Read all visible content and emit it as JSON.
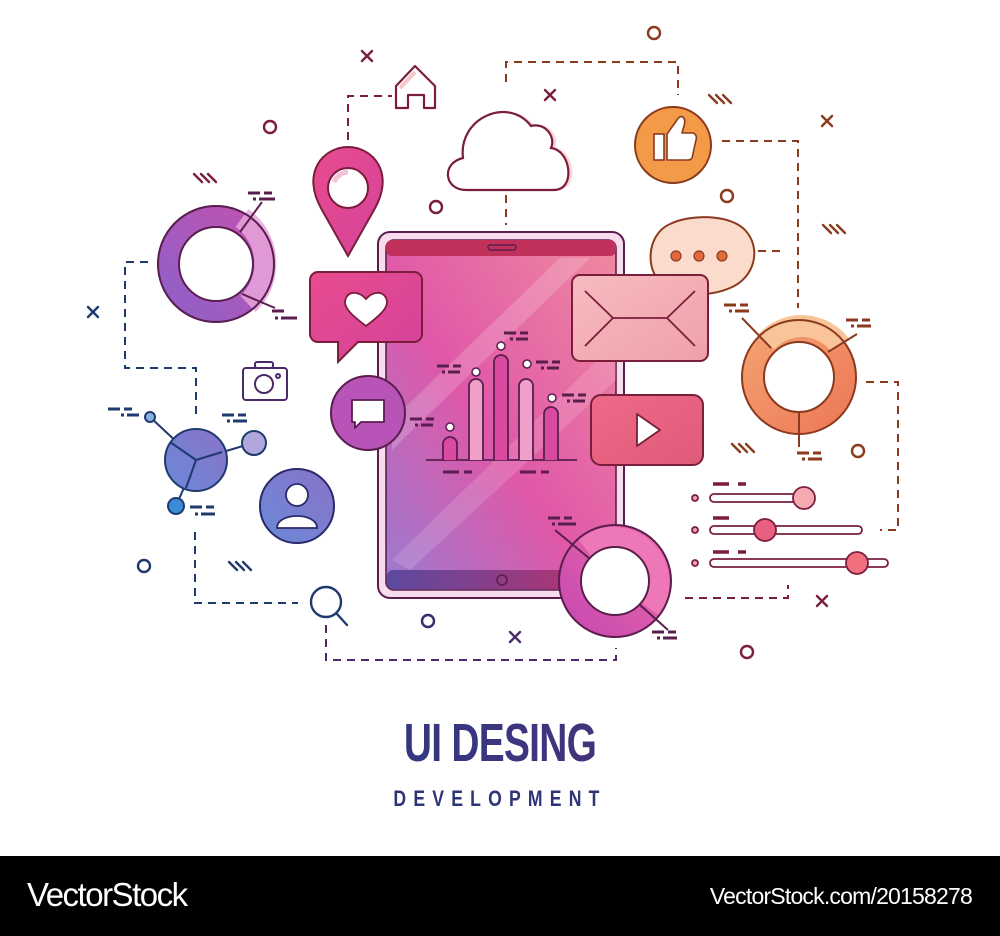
{
  "illustration": {
    "title": "UI DESING",
    "subtitle": "DEVELOPMENT",
    "colors": {
      "outline_blue": "#1f3a6e",
      "outline_maroon": "#7a1e3c",
      "outline_brown": "#8b3a1e",
      "pink": "#e0449a",
      "purple": "#8e5cc6",
      "orange": "#f08a3c",
      "blue": "#6a9ad8"
    },
    "icons": [
      "home-icon",
      "cloud-icon",
      "thumbs-up-icon",
      "location-pin-icon",
      "heart-message-icon",
      "chat-bubble-icon",
      "camera-icon",
      "user-icon",
      "search-icon",
      "envelope-icon",
      "ellipsis-speech-icon",
      "play-video-icon",
      "tablet-device",
      "bar-chart",
      "donut-chart",
      "network-pie-icon",
      "slider-controls"
    ]
  },
  "footer": {
    "brand": "VectorStock",
    "reference": "VectorStock.com/20158278"
  }
}
